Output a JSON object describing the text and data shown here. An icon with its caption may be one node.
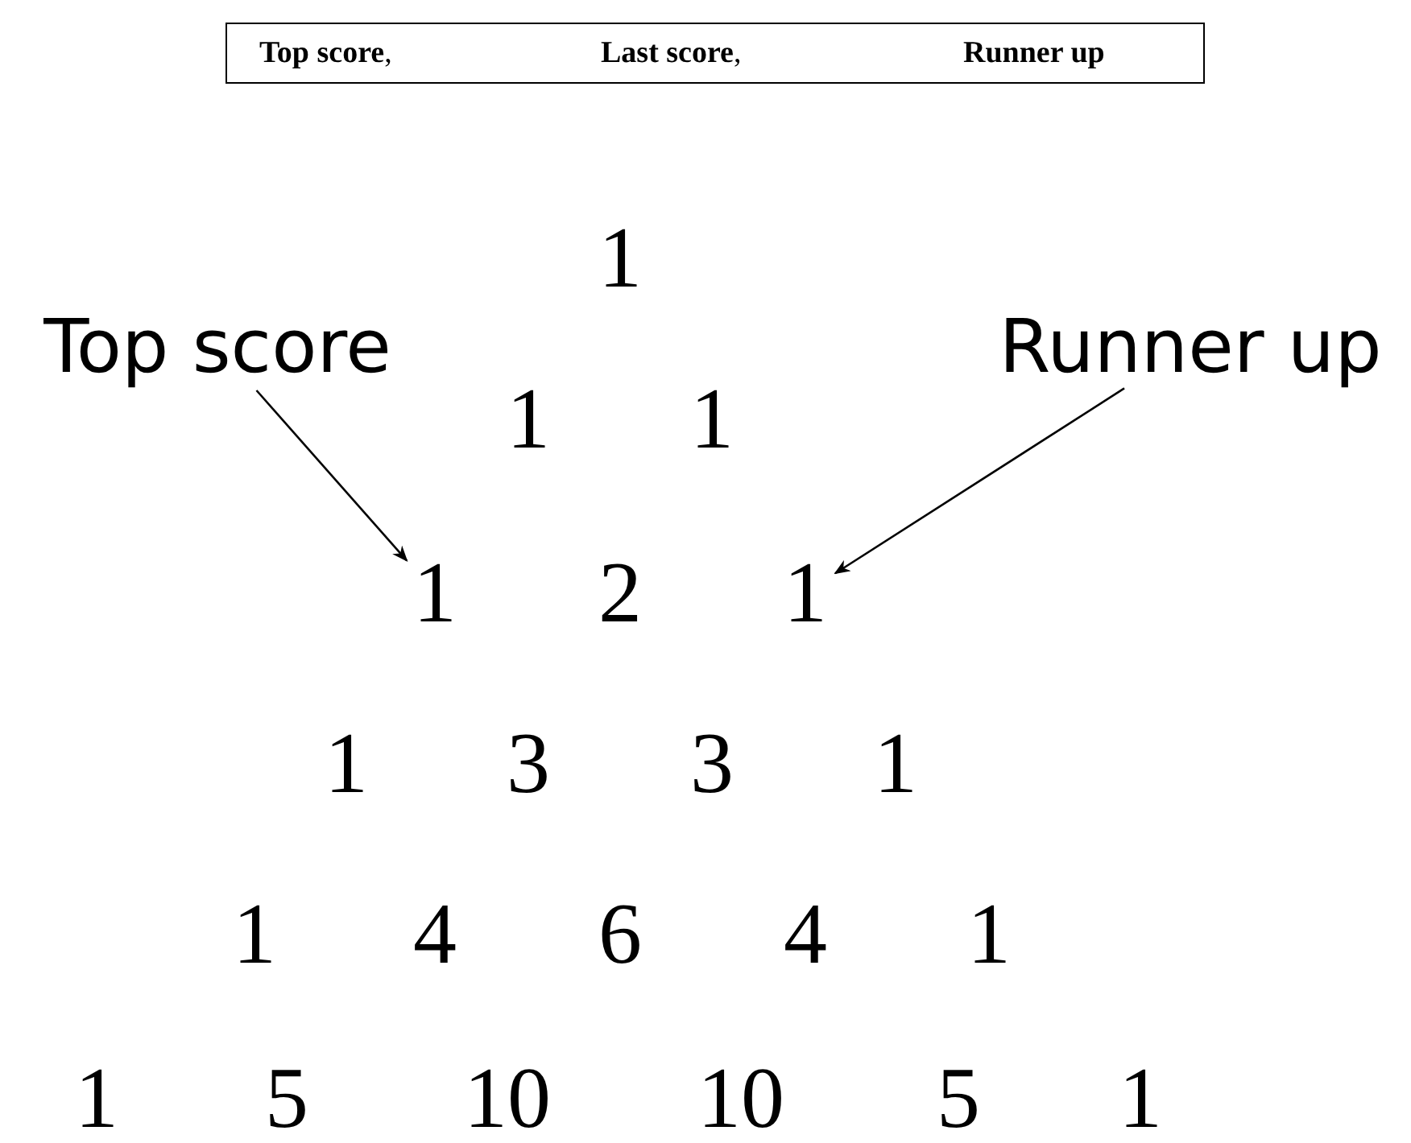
{
  "diagram": {
    "nodes": [
      {
        "text": [
          "**Top score**,",
          "**Last score**,",
          "**Runner up**"
        ]
      },
      {
        "text": [
          "Top score"
        ]
      },
      {
        "text": [
          "Runner up"
        ]
      },
      {
        "text": [
          "1"
        ]
      },
      {
        "text": [
          "1"
        ]
      }
    ],
    "edges": [
      {
        "from": 1,
        "to": 3,
        "arrow": "to"
      },
      {
        "from": 2,
        "to": 4,
        "arrow": "to"
      }
    ],
    "labels": [
      "1",
      "1",
      "1",
      "2",
      "1",
      "3",
      "3",
      "1",
      "1",
      "4",
      "6",
      "4",
      "1",
      "1",
      "5",
      "10",
      "10",
      "5",
      "1"
    ]
  }
}
